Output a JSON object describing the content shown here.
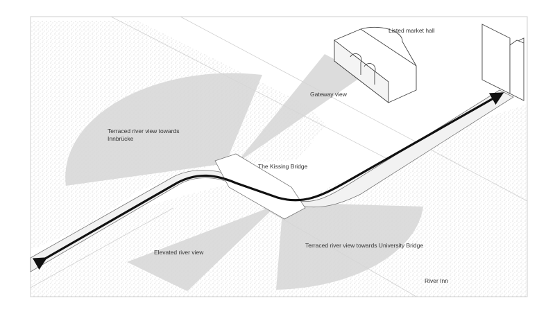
{
  "labels": {
    "market_hall": "Listed market hall",
    "gateway_view": "Gateway view",
    "terraced_innbrucke": "Terraced river view towards\nInnbrücke",
    "kissing_bridge": "The Kissing Bridge",
    "elevated_river_view": "Elevated river view",
    "terraced_university": "Terraced river view towards University Bridge",
    "river_inn": "River Inn"
  },
  "colors": {
    "view_cone": "#d6d6d6",
    "texture": "#bcbcbc",
    "path": "#111111",
    "line": "#555555"
  }
}
